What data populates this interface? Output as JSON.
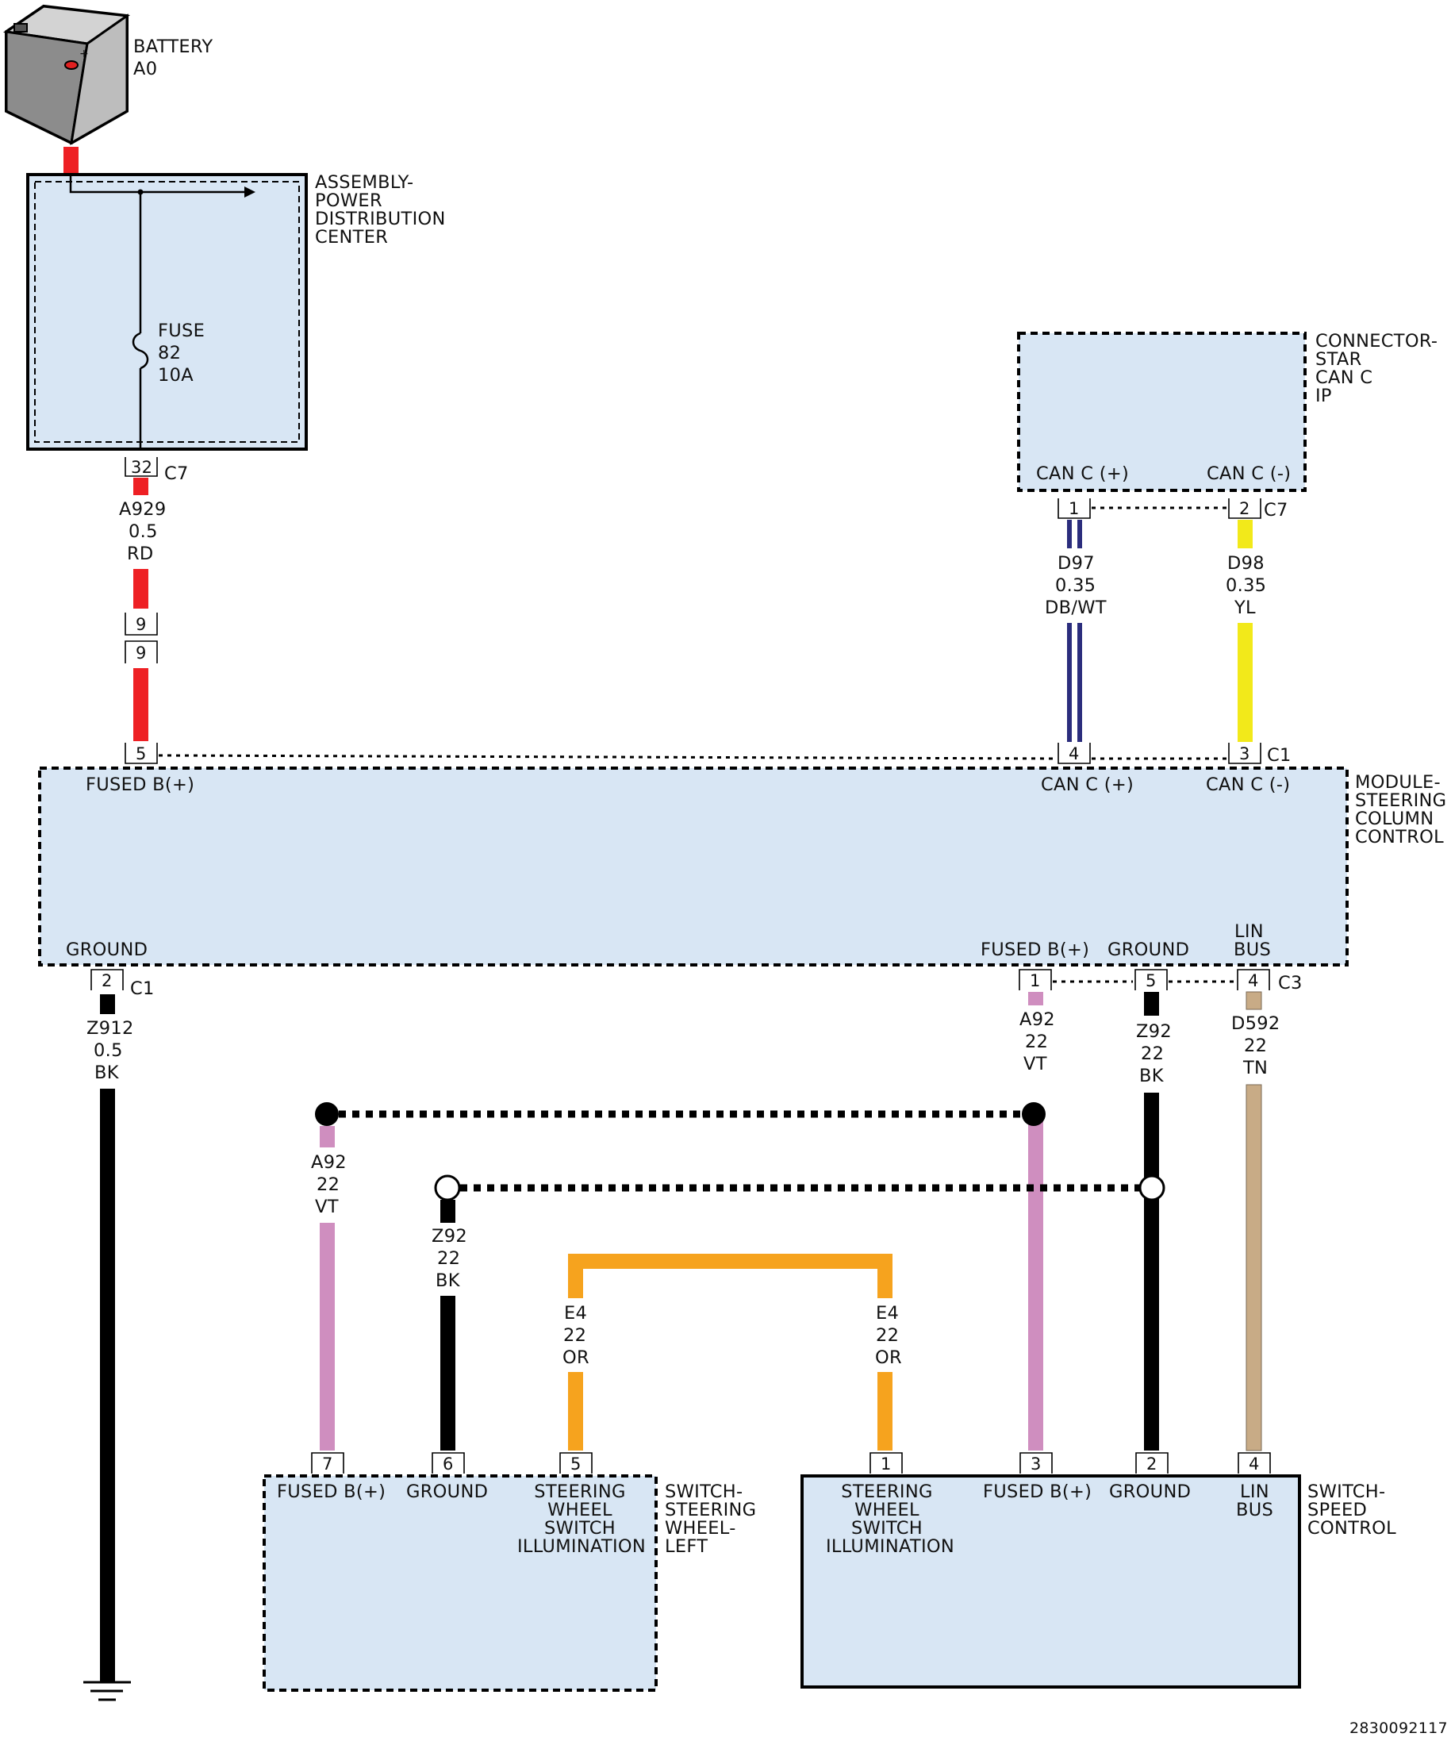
{
  "colors": {
    "RD": "#ee2024",
    "DB_WT_dark": "#2b2d7d",
    "YL": "#f2e91a",
    "BK": "#000000",
    "VT": "#cf8ebf",
    "OR": "#f6a31e",
    "TN": "#c8ab86",
    "module_fill": "#d8e6f4"
  },
  "components": {
    "battery": [
      "BATTERY",
      "A0"
    ],
    "pdc": [
      "ASSEMBLY-",
      "POWER",
      "DISTRIBUTION",
      "CENTER"
    ],
    "fuse": [
      "FUSE",
      "82",
      "10A"
    ],
    "star": [
      "CONNECTOR-",
      "STAR",
      "CAN C",
      "IP"
    ],
    "sccm": [
      "MODULE-",
      "STEERING",
      "COLUMN",
      "CONTROL"
    ],
    "sw_left": [
      "SWITCH-",
      "STEERING",
      "WHEEL-",
      "LEFT"
    ],
    "sw_speed": [
      "SWITCH-",
      "SPEED",
      "CONTROL"
    ]
  },
  "connectors": {
    "c7": "C7",
    "c1": "C1",
    "c3": "C3"
  },
  "pins": {
    "pdc_32": "32",
    "inline_9a": "9",
    "inline_9b": "9",
    "sccm_5": "5",
    "sccm_4": "4",
    "sccm_3": "3",
    "sccm_2": "2",
    "sccm_c3_1": "1",
    "sccm_c3_5": "5",
    "sccm_c3_4": "4",
    "star_1": "1",
    "star_2": "2",
    "swl_7": "7",
    "swl_6": "6",
    "swl_5": "5",
    "sws_1": "1",
    "sws_3": "3",
    "sws_2": "2",
    "sws_4": "4"
  },
  "pin_labels": {
    "star_canp": "CAN C (+)",
    "star_canm": "CAN C (-)",
    "sccm_fused": "FUSED B(+)",
    "sccm_canp": "CAN C (+)",
    "sccm_canm": "CAN C (-)",
    "sccm_ground": "GROUND",
    "sccm_fused2": "FUSED B(+)",
    "sccm_ground2": "GROUND",
    "sccm_lin": [
      "LIN",
      "BUS"
    ],
    "swl_fused": "FUSED B(+)",
    "swl_ground": "GROUND",
    "swl_illum": [
      "STEERING",
      "WHEEL",
      "SWITCH",
      "ILLUMINATION"
    ],
    "sws_illum": [
      "STEERING",
      "WHEEL",
      "SWITCH",
      "ILLUMINATION"
    ],
    "sws_fused": "FUSED B(+)",
    "sws_ground": "GROUND",
    "sws_lin": [
      "LIN",
      "BUS"
    ]
  },
  "wires": {
    "a929": [
      "A929",
      "0.5",
      "RD"
    ],
    "d97": [
      "D97",
      "0.35",
      "DB/WT"
    ],
    "d98": [
      "D98",
      "0.35",
      "YL"
    ],
    "z912": [
      "Z912",
      "0.5",
      "BK"
    ],
    "a92_r": [
      "A92",
      "22",
      "VT"
    ],
    "z92_r": [
      "Z92",
      "22",
      "BK"
    ],
    "d592": [
      "D592",
      "22",
      "TN"
    ],
    "a92_l": [
      "A92",
      "22",
      "VT"
    ],
    "z92_l": [
      "Z92",
      "22",
      "BK"
    ],
    "e4_l": [
      "E4",
      "22",
      "OR"
    ],
    "e4_r": [
      "E4",
      "22",
      "OR"
    ]
  },
  "figure_id": "2830092117"
}
